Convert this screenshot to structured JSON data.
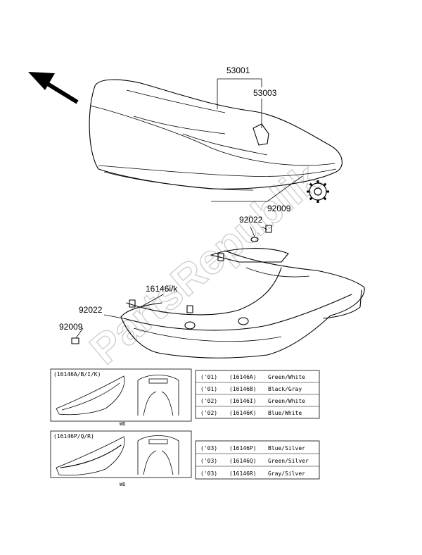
{
  "watermark": "PartsRepublik",
  "callouts": {
    "seat": "53001",
    "seat_cover": "53003",
    "grommet_top": "92009",
    "collar_top": "92022",
    "side_cover": "16146i/k",
    "collar_left": "92022",
    "grommet_left": "92009"
  },
  "variant_box_1": {
    "title": "(16146A/B/I/K)",
    "caption": "WD"
  },
  "variant_box_2": {
    "title": "(16146P/Q/R)",
    "caption": "WD"
  },
  "color_table_1": [
    {
      "code": "('01)",
      "part": "(16146A)",
      "color": "Green/White"
    },
    {
      "code": "('01)",
      "part": "(16146B)",
      "color": "Black/Gray"
    },
    {
      "code": "('02)",
      "part": "(16146I)",
      "color": "Green/White"
    },
    {
      "code": "('02)",
      "part": "(16146K)",
      "color": "Blue/White"
    }
  ],
  "color_table_2": [
    {
      "code": "('03)",
      "part": "(16146P)",
      "color": "Blue/Silver"
    },
    {
      "code": "('03)",
      "part": "(16146Q)",
      "color": "Green/Silver"
    },
    {
      "code": "('03)",
      "part": "(16146R)",
      "color": "Gray/Silver"
    }
  ],
  "icons": [
    "front-direction-arrow-icon",
    "gear-icon"
  ],
  "colors": {
    "line": "#000000",
    "watermark": "#cfcfcf"
  }
}
